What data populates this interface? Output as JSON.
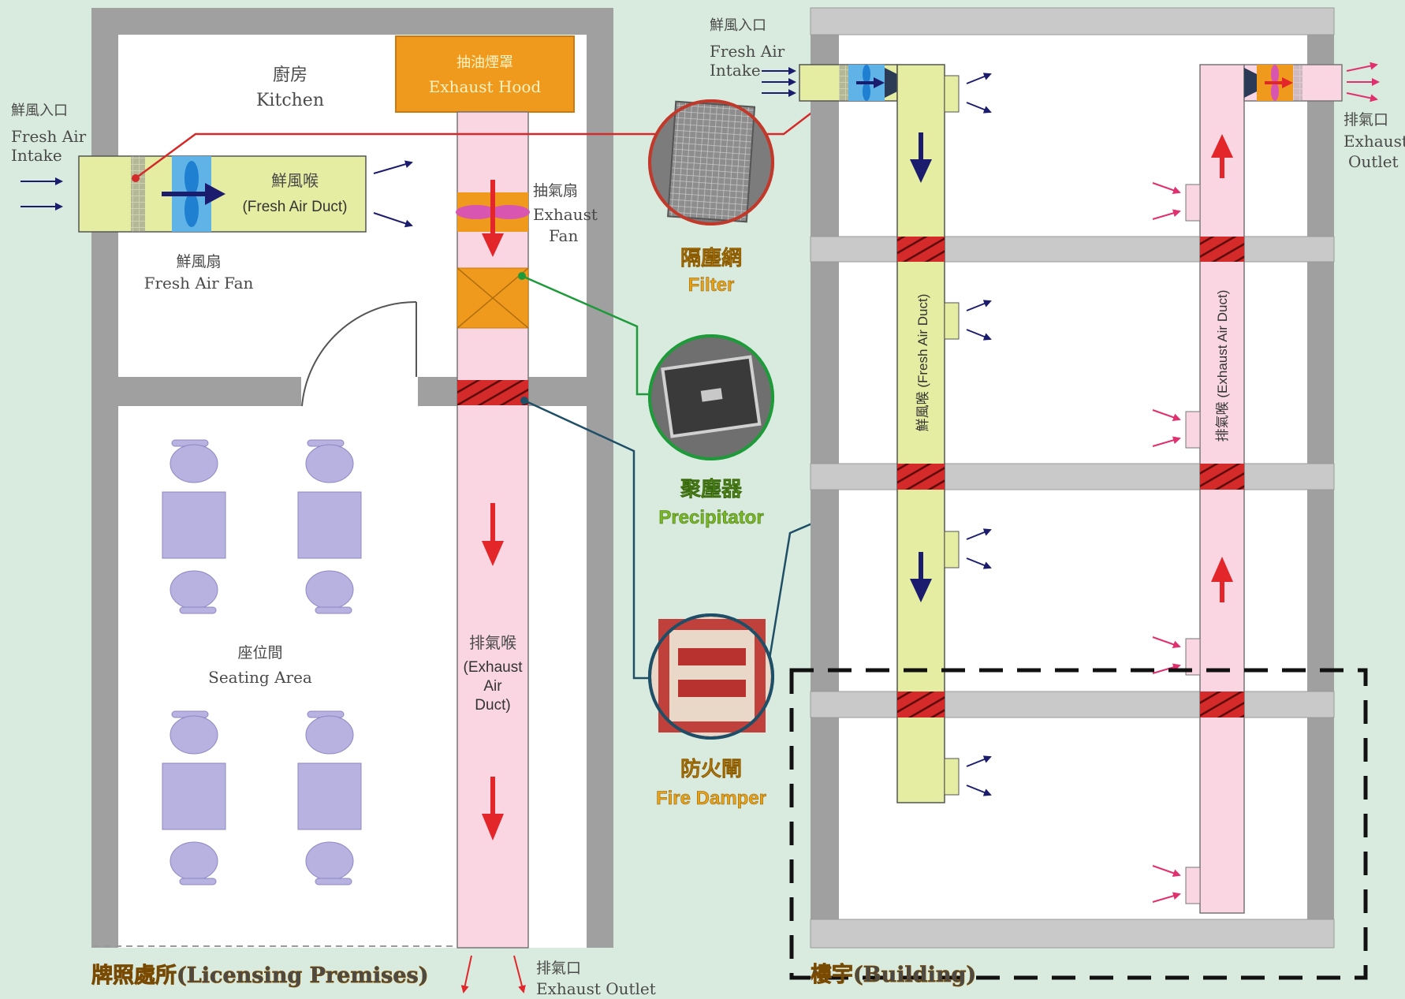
{
  "colors": {
    "background": "#d9ebdf",
    "wall": "#a0a0a0",
    "room": "#ffffff",
    "fresh_duct": "#e4eda1",
    "exhaust_duct": "#fad6e3",
    "hood": "#ef9a1c",
    "damper": "#d42a2a",
    "arrow_red": "#e2262a",
    "arrow_navy": "#1c1c6e",
    "label_orange": "#e8a21a",
    "label_green": "#7ab823",
    "furniture": "#b7b2e0"
  },
  "left": {
    "kitchen_zh": "廚房",
    "kitchen_en": "Kitchen",
    "hood_zh": "抽油煙罩",
    "hood_en": "Exhaust Hood",
    "intake_zh": "鮮風入口",
    "intake_en1": "Fresh Air",
    "intake_en2": "Intake",
    "duct_zh": "鮮風喉",
    "duct_en": "(Fresh Air Duct)",
    "fan_zh": "鮮風扇",
    "fan_en": "Fresh Air Fan",
    "exfan_zh": "抽氣扇",
    "exfan_en1": "Exhaust",
    "exfan_en2": "Fan",
    "seating_zh": "座位間",
    "seating_en": "Seating Area",
    "exduct_zh": "排氣喉",
    "exduct_en1": "(Exhaust",
    "exduct_en2": "Air",
    "exduct_en3": "Duct)",
    "outlet_zh": "排氣口",
    "outlet_en": "Exhaust Outlet",
    "premises": "牌照處所(Licensing Premises)"
  },
  "middle": {
    "filter_zh": "隔塵網",
    "filter_en": "Filter",
    "precip_zh": "聚塵器",
    "precip_en": "Precipitator",
    "damper_zh": "防火閘",
    "damper_en": "Fire Damper"
  },
  "right": {
    "intake_zh": "鮮風入口",
    "intake_en1": "Fresh Air",
    "intake_en2": "Intake",
    "outlet_zh": "排氣口",
    "outlet_en1": "Exhaust",
    "outlet_en2": "Outlet",
    "fresh_vertical": "鮮風喉 (Fresh Air Duct)",
    "exhaust_vertical": "排氣喉 (Exhaust Air Duct)",
    "building": "樓宇(Building)"
  }
}
